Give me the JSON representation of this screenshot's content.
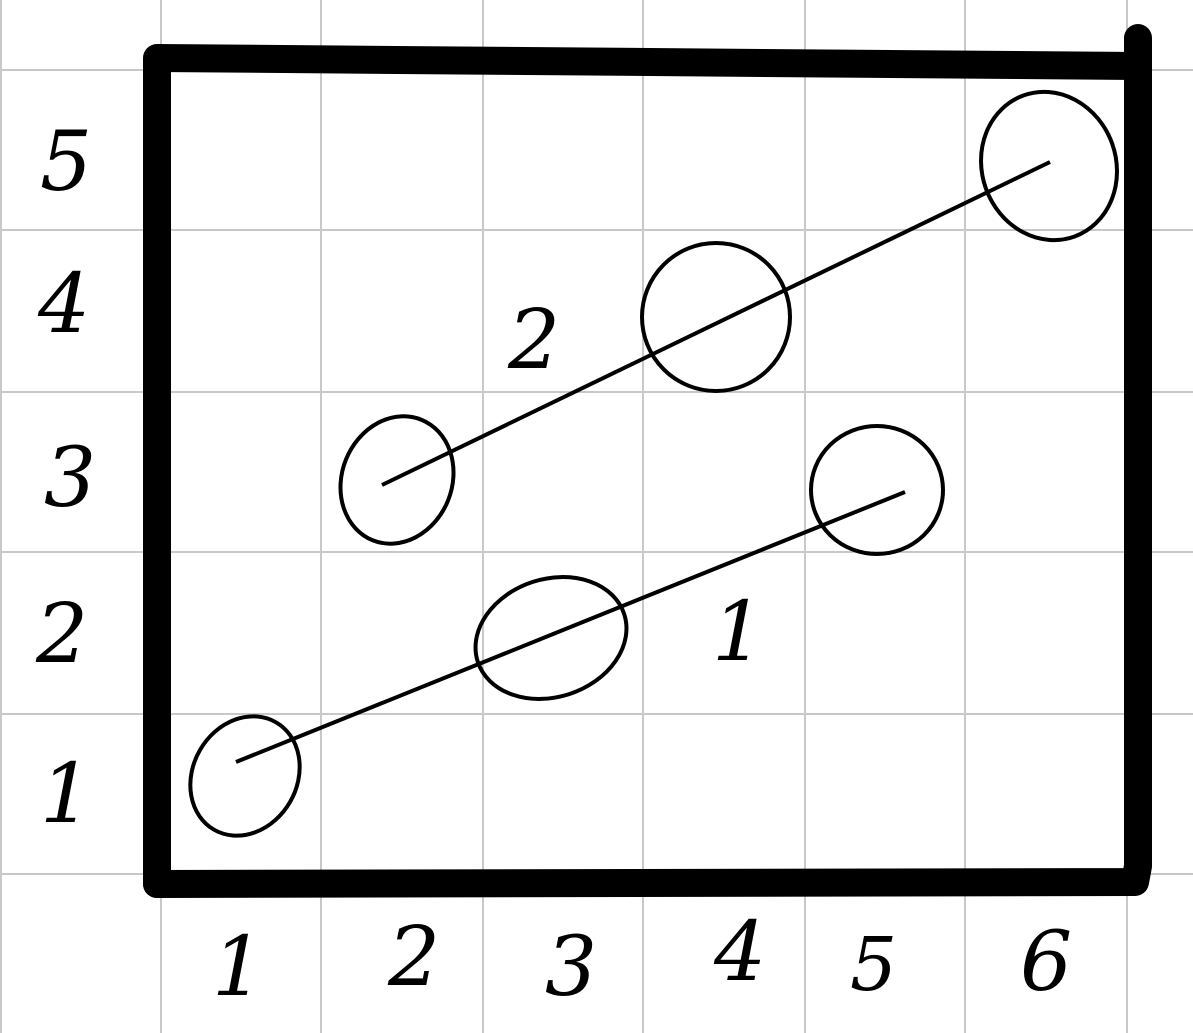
{
  "diagram": {
    "x_axis_labels": [
      "1",
      "2",
      "3",
      "4",
      "5",
      "6"
    ],
    "y_axis_labels": [
      "1",
      "2",
      "3",
      "4",
      "5"
    ],
    "marked_points": [
      {
        "x": 1,
        "y": 1
      },
      {
        "x": 3,
        "y": 2
      },
      {
        "x": 5,
        "y": 3
      },
      {
        "x": 2,
        "y": 3
      },
      {
        "x": 4,
        "y": 4
      },
      {
        "x": 6,
        "y": 5
      }
    ],
    "lines": [
      {
        "label": "1",
        "from": {
          "x": 1,
          "y": 1
        },
        "to": {
          "x": 5,
          "y": 3
        }
      },
      {
        "label": "2",
        "from": {
          "x": 2,
          "y": 3
        },
        "to": {
          "x": 6,
          "y": 5
        }
      }
    ],
    "colors": {
      "ink": "#000000",
      "grid": "#c8c8c8",
      "background": "#ffffff"
    }
  }
}
